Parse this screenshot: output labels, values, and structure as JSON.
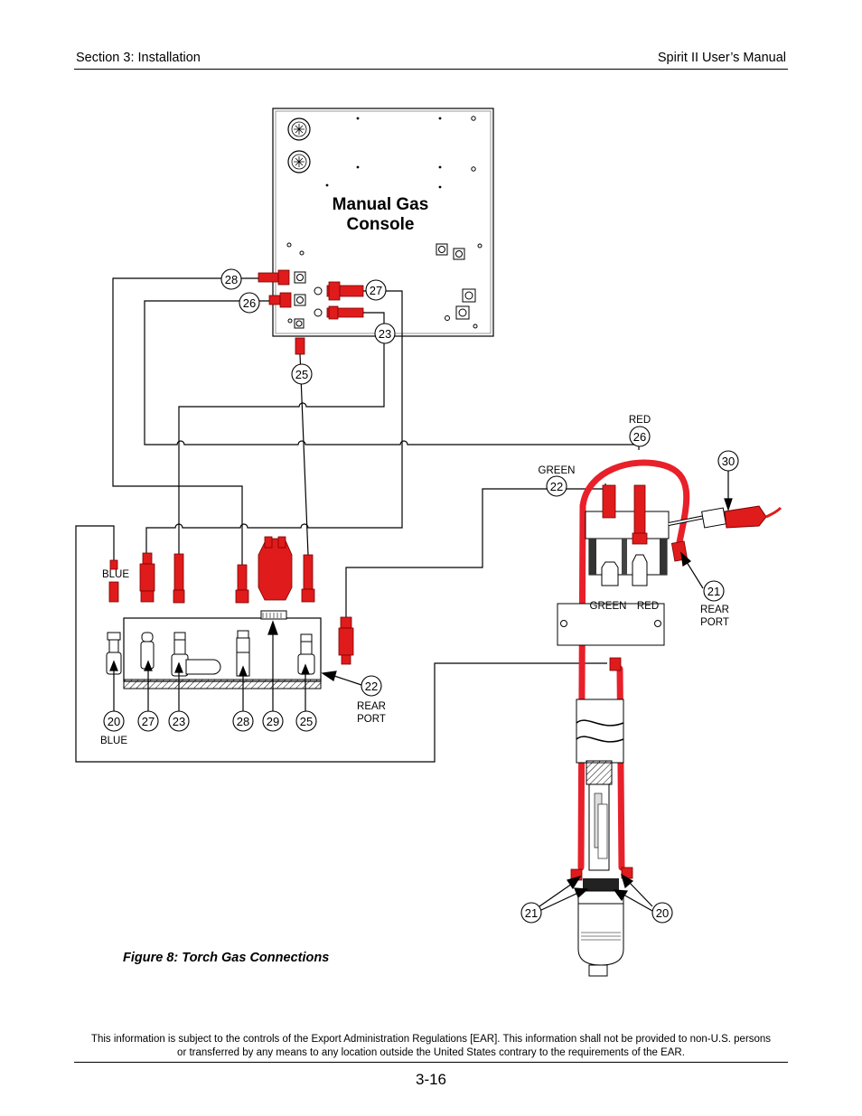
{
  "header": {
    "section": "Section 3: Installation",
    "manual": "Spirit II User’s Manual"
  },
  "console": {
    "title_line1": "Manual Gas",
    "title_line2": "Console"
  },
  "callouts": {
    "c28_top": "28",
    "c26_top": "26",
    "c27_top": "27",
    "c23_top": "23",
    "c25_top": "25",
    "c26_torch": "26",
    "c22_torch": "22",
    "c30": "30",
    "c21_torch": "21",
    "c22_rear": "22",
    "c20_bot": "20",
    "c27_bot": "27",
    "c23_bot": "23",
    "c28_bot": "28",
    "c29_bot": "29",
    "c25_bot": "25",
    "c21_head": "21",
    "c20_head": "20"
  },
  "labels": {
    "red": "RED",
    "green": "GREEN",
    "blue_top": "BLUE",
    "blue_bottom": "BLUE",
    "green_valve": "GREEN",
    "red_valve": "RED",
    "rear_port_left_1": "REAR",
    "rear_port_left_2": "PORT",
    "rear_port_right_1": "REAR",
    "rear_port_right_2": "PORT"
  },
  "caption": "Figure 8: Torch Gas Connections",
  "notice": "This information is subject to the controls of the Export Administration Regulations [EAR].  This information shall not be provided to non-U.S. persons or transferred by any means to any location outside the United States contrary to the requirements of the EAR.",
  "page_number": "3-16",
  "colors": {
    "fitting_red": "#e01b1b",
    "hose_red": "#e8202a",
    "line": "#000000"
  }
}
